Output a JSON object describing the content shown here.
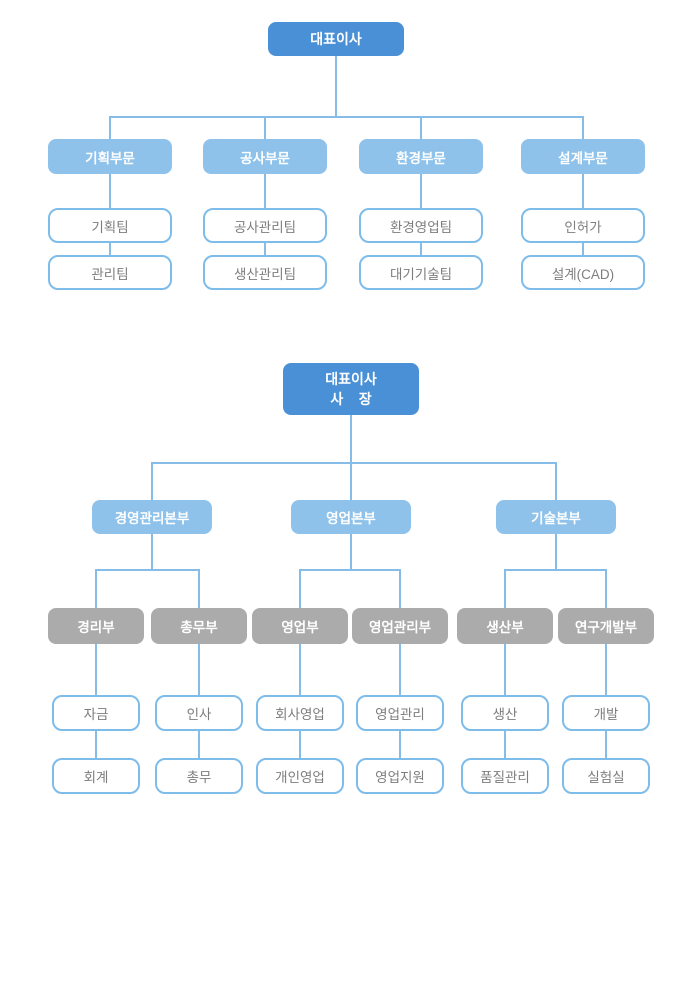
{
  "page": {
    "background": "#ffffff"
  },
  "colors": {
    "root_box_fill": "#4A90D6",
    "branch_box_fill": "#8EC2EB",
    "gray_box_fill": "#ABABAB",
    "leaf_box_border": "#7EBCEA",
    "leaf_text": "#7D7D7D",
    "connector_line": "#85BCE8",
    "box_text": "#FFFFFF"
  },
  "chart_data": [
    {
      "type": "org-chart",
      "root": "대표이사",
      "branches": [
        {
          "label": "기획부문",
          "children": [
            "기획팀",
            "관리팀"
          ]
        },
        {
          "label": "공사부문",
          "children": [
            "공사관리팀",
            "생산관리팀"
          ]
        },
        {
          "label": "환경부문",
          "children": [
            "환경영업팀",
            "대기기술팀"
          ]
        },
        {
          "label": "설계부문",
          "children": [
            "인허가",
            "설계(CAD)"
          ]
        }
      ]
    },
    {
      "type": "org-chart",
      "root_line1": "대표이사",
      "root_line2": "사    장",
      "divisions": [
        {
          "label": "경영관리본부",
          "departments": [
            {
              "label": "경리부",
              "children": [
                "자금",
                "회계"
              ]
            },
            {
              "label": "총무부",
              "children": [
                "인사",
                "총무"
              ]
            }
          ]
        },
        {
          "label": "영업본부",
          "departments": [
            {
              "label": "영업부",
              "children": [
                "회사영업",
                "개인영업"
              ]
            },
            {
              "label": "영업관리부",
              "children": [
                "영업관리",
                "영업지원"
              ]
            }
          ]
        },
        {
          "label": "기술본부",
          "departments": [
            {
              "label": "생산부",
              "children": [
                "생산",
                "품질관리"
              ]
            },
            {
              "label": "연구개발부",
              "children": [
                "개발",
                "실험실"
              ]
            }
          ]
        }
      ]
    }
  ]
}
